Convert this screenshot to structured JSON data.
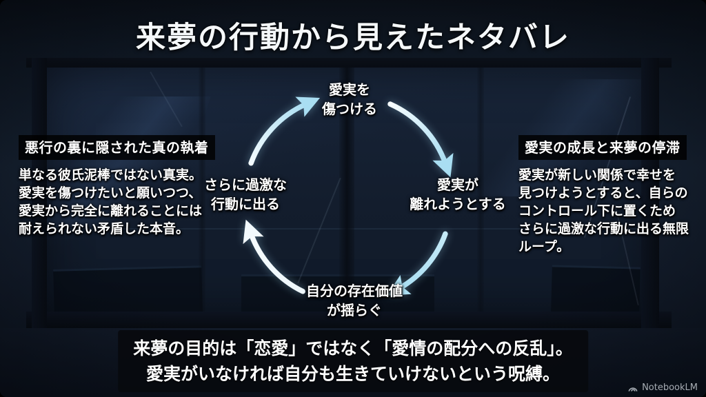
{
  "title": "来夢の行動から見えたネタバレ",
  "cycle": {
    "top": {
      "lines": [
        "愛実を",
        "傷つける"
      ]
    },
    "right": {
      "lines": [
        "愛実が",
        "離れようとする"
      ]
    },
    "bottom": {
      "lines": [
        "自分の存在価値",
        "が揺らぐ"
      ]
    },
    "left": {
      "lines": [
        "さらに過激な",
        "行動に出る"
      ]
    }
  },
  "left_panel": {
    "heading": "悪行の裏に隠された真の執着",
    "body_lines": [
      "単なる彼氏泥棒ではない真実。",
      "愛実を傷つけたいと願いつつ、",
      "愛実から完全に離れることには",
      "耐えられない矛盾した本音。"
    ]
  },
  "right_panel": {
    "heading": "愛実の成長と来夢の停滞",
    "body_lines": [
      "愛実が新しい関係で幸せを",
      "見つけようとすると、自らの",
      "コントロール下に置くため",
      "さらに過激な行動に出る無限",
      "ループ。"
    ]
  },
  "footer": {
    "lines": [
      "来夢の目的は「恋愛」ではなく「愛情の配分への反乱」。",
      "愛実がいなければ自分も生きていけないという呪縛。"
    ]
  },
  "watermark": {
    "label": "NotebookLM"
  },
  "colors": {
    "arrow_white": "#f2f9fc",
    "arrow_blue": "#a9def2",
    "background": "#101724",
    "heading_band_bg": "#000000",
    "text": "#ffffff"
  }
}
